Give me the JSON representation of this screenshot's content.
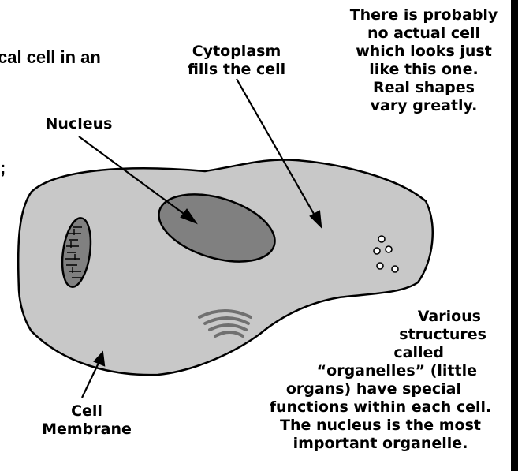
{
  "partial_heading": "cal cell in an",
  "partial_semicolon": ";",
  "labels": {
    "cytoplasm": [
      "Cytoplasm",
      "fills the cell"
    ],
    "nucleus": [
      "Nucleus"
    ],
    "cell_membrane": [
      "Cell",
      "Membrane"
    ],
    "note": [
      "There is probably",
      "no actual cell",
      "which looks just",
      "like this one.",
      "Real shapes",
      "vary greatly."
    ],
    "organelles": [
      "Various",
      "structures",
      "called",
      "“organelles” (little",
      "organs) have special",
      "functions within each cell.",
      "The nucleus is the most",
      "important organelle."
    ]
  },
  "colors": {
    "cell_fill": "#c8c8c8",
    "nucleus_fill": "#808080",
    "outline": "#000000",
    "ribosome_lines": "#707070",
    "border": "#000000"
  }
}
